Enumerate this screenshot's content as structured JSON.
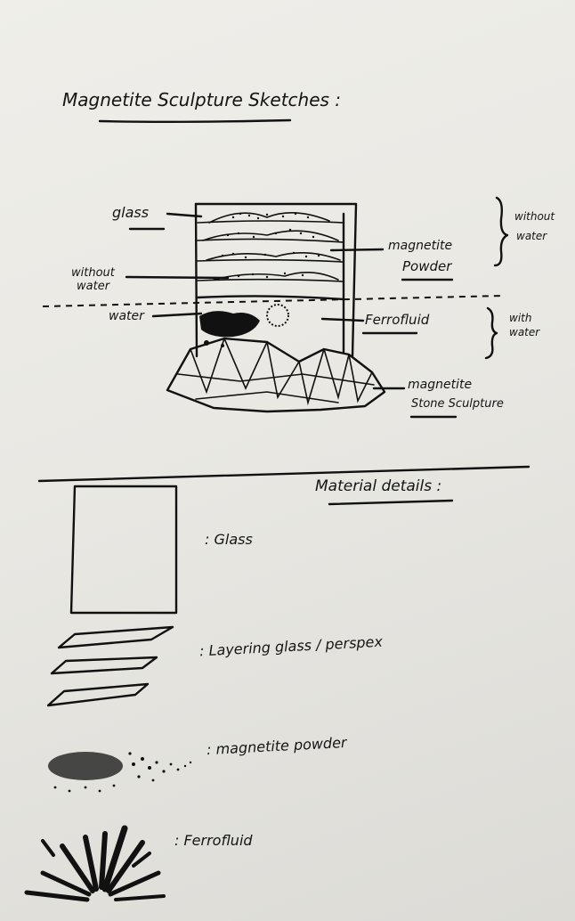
{
  "sketch": {
    "title": "Magnetite Sculpture Sketches :",
    "labels": {
      "glass": "glass",
      "without_water_left_1": "without",
      "without_water_left_2": "water",
      "water": "water",
      "magnetite_powder_1": "magnetite",
      "magnetite_powder_2": "Powder",
      "ferrofluid": "Ferrofluid",
      "magnetite_stone_1": "magnetite",
      "magnetite_stone_2": "Stone Sculpture",
      "without_water_right_1": "without",
      "without_water_right_2": "water",
      "with_water_1": "with",
      "with_water_2": "water"
    }
  },
  "materials": {
    "heading": "Material details :",
    "items": [
      {
        "label": ": Glass"
      },
      {
        "label": ": Layering glass / perspex"
      },
      {
        "label": ": magnetite powder"
      },
      {
        "label": ": Ferrofluid"
      }
    ]
  }
}
